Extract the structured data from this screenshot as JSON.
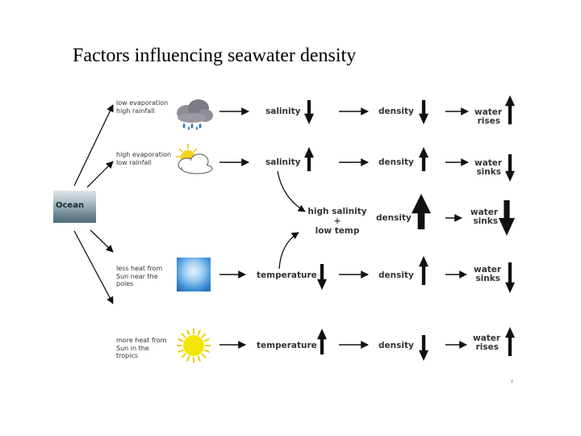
{
  "title": "Factors influencing seawater density",
  "source": {
    "label": "Ocean"
  },
  "rows": [
    {
      "cause": "low evaporation\nhigh rainfall",
      "icon": "rain-cloud-icon",
      "property": "salinity",
      "property_dir": "down",
      "density": "density",
      "density_dir": "down",
      "result": "water\nrises",
      "result_dir": "up"
    },
    {
      "cause": "high evaporation\nlow rainfall",
      "icon": "sun-cloud-icon",
      "property": "salinity",
      "property_dir": "up",
      "density": "density",
      "density_dir": "up",
      "result": "water\nsinks",
      "result_dir": "down"
    },
    {
      "cause": "less heat from\nSun near the\npoles",
      "icon": "ice-icon",
      "property": "temperature",
      "property_dir": "down",
      "density": "density",
      "density_dir": "up",
      "result": "water\nsinks",
      "result_dir": "down"
    },
    {
      "cause": "more heat from\nSun in the\ntropics",
      "icon": "sun-icon",
      "property": "temperature",
      "property_dir": "up",
      "density": "density",
      "density_dir": "down",
      "result": "water\nrises",
      "result_dir": "up"
    }
  ],
  "combined": {
    "label": "high salinity\n+\nlow temp",
    "density": "density",
    "density_dir": "up",
    "result": "water\nsinks",
    "result_dir": "down"
  },
  "colors": {
    "arrow": "#111111",
    "text": "#333333"
  }
}
